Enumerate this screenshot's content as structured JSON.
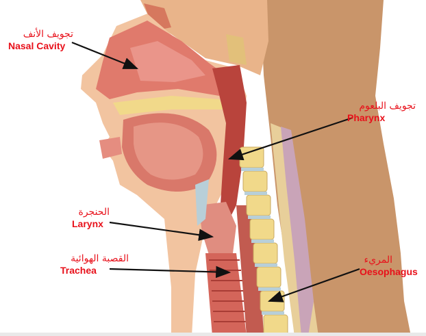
{
  "labels": {
    "nasal": {
      "ar": "تجويف الأنف",
      "en": "Nasal Cavity"
    },
    "pharynx": {
      "ar": "تجويف البلعوم",
      "en": "Pharynx"
    },
    "larynx": {
      "ar": "الحنجرة",
      "en": "Larynx"
    },
    "trachea": {
      "ar": "القصبة الهوائية",
      "en": "Trachea"
    },
    "oesophagus": {
      "ar": "المريء",
      "en": "Oesophagus"
    }
  },
  "colors": {
    "label": "#e8101a",
    "skin": "#f2c4a0",
    "tissue": "#d9786a",
    "cavity": "#c9564c",
    "bone": "#f1d98a",
    "cartilage": "#b8cfd8",
    "background": "#ffffff"
  }
}
